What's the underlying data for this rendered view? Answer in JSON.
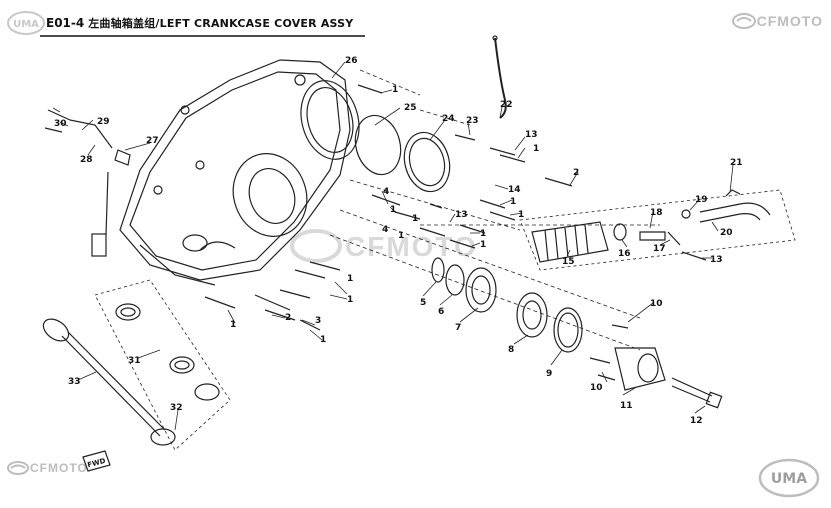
{
  "header": {
    "code": "E01-4",
    "title": "左曲轴箱盖组/LEFT CRANKCASE COVER ASSY"
  },
  "brands": {
    "top_right": "CFMOTO",
    "bottom_left": "CFMOTO",
    "watermark": "CFMOTO",
    "bottom_right": "UMA",
    "top_left_badge": "UMA"
  },
  "fwd_label": "FWD",
  "colors": {
    "ink": "#111111",
    "brand_gray": "#bdbdbd",
    "watermark": "#d9d9d9"
  },
  "callouts": [
    "1",
    "2",
    "3",
    "4",
    "5",
    "6",
    "7",
    "8",
    "9",
    "10",
    "11",
    "12",
    "13",
    "14",
    "15",
    "16",
    "17",
    "18",
    "19",
    "20",
    "21",
    "22",
    "23",
    "24",
    "25",
    "26",
    "27",
    "28",
    "29",
    "30",
    "31",
    "32",
    "33"
  ]
}
